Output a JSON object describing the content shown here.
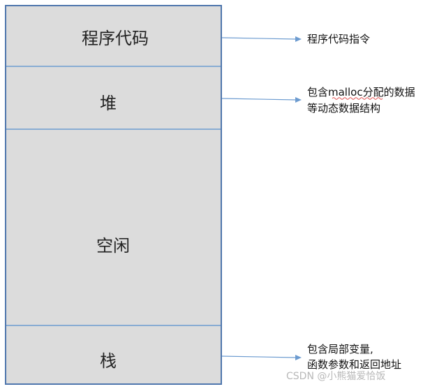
{
  "segments": [
    {
      "id": "code",
      "label": "程序代码"
    },
    {
      "id": "heap",
      "label": "堆"
    },
    {
      "id": "free",
      "label": "空闲"
    },
    {
      "id": "stack",
      "label": "栈"
    }
  ],
  "notes": {
    "code": [
      "程序代码指令"
    ],
    "heap": [
      "包含malloc分配的数据",
      "等动态数据结构"
    ],
    "stack": [
      "包含局部变量,",
      "函数参数和返回地址"
    ]
  },
  "watermark": "CSDN @小熊猫爱恰饭",
  "colors": {
    "segment_fill": "#dcdcdc",
    "outline": "#4f76ad",
    "divider": "#6c9bd0",
    "arrow": "#6c9bd0",
    "underline": "#e24b4b"
  }
}
